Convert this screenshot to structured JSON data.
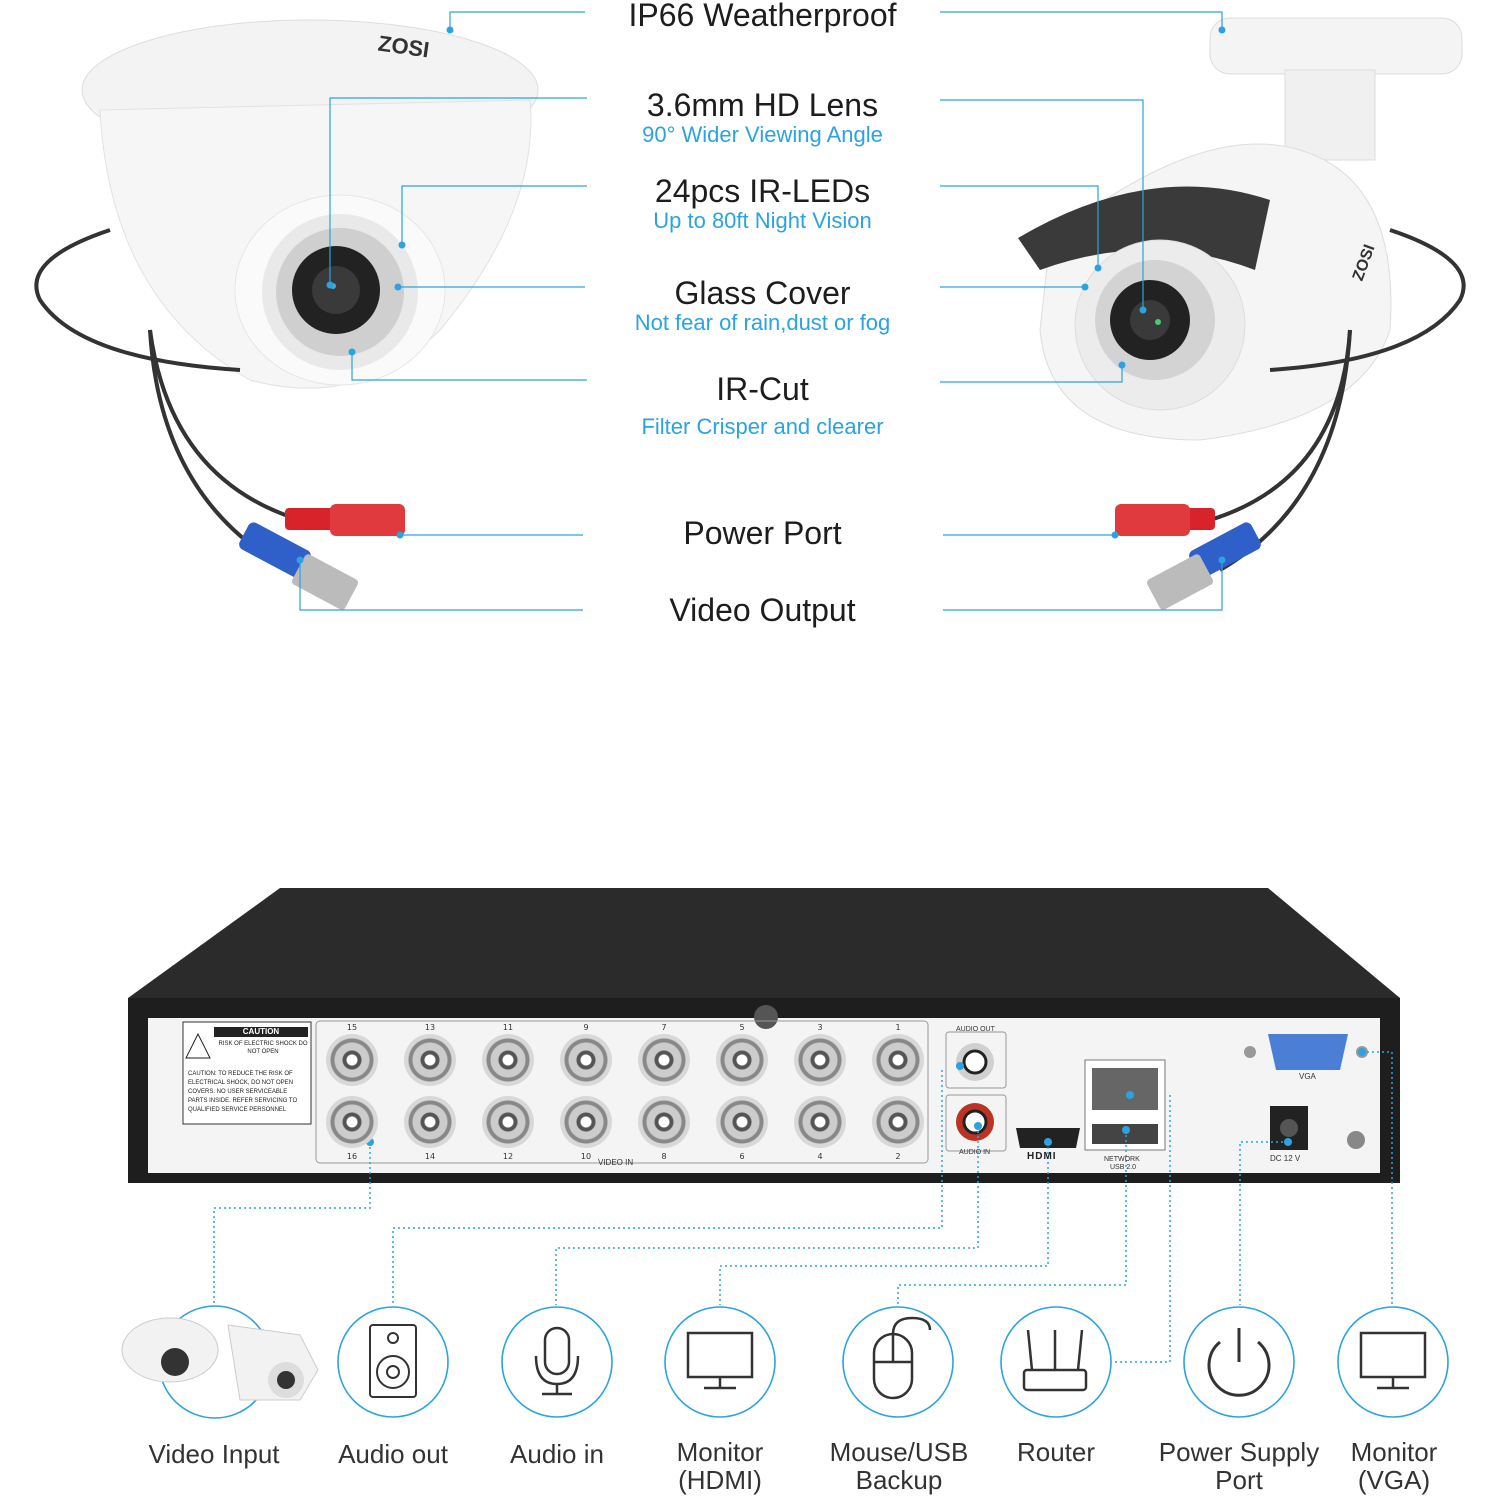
{
  "features": [
    {
      "title": "IP66 Weatherproof",
      "subtitle": ""
    },
    {
      "title": "3.6mm HD Lens",
      "subtitle": "90° Wider Viewing Angle"
    },
    {
      "title": "24pcs IR-LEDs",
      "subtitle": "Up to 80ft Night Vision"
    },
    {
      "title": "Glass Cover",
      "subtitle": "Not fear of rain,dust or fog"
    },
    {
      "title": "IR-Cut",
      "subtitle": "Filter Crisper and clearer"
    },
    {
      "title": "Power Port",
      "subtitle": ""
    },
    {
      "title": "Video Output",
      "subtitle": ""
    }
  ],
  "camera_brand": "ZOSI",
  "dvr": {
    "caution_title": "CAUTION",
    "caution_sub": "RISK OF ELECTRIC SHOCK DO NOT OPEN",
    "caution_text": "CAUTION: TO REDUCE THE RISK OF ELECTRICAL SHOCK, DO NOT OPEN COVERS. NO USER SERVICEABLE PARTS INSIDE. REFER SERVICING TO QUALIFIED SERVICE PERSONNEL",
    "top_numbers": [
      "15",
      "13",
      "11",
      "9",
      "7",
      "5",
      "3",
      "1"
    ],
    "bottom_numbers": [
      "16",
      "14",
      "12",
      "10",
      "8",
      "6",
      "4",
      "2"
    ],
    "video_in": "VIDEO IN",
    "audio_out": "AUDIO OUT",
    "audio_in": "AUDIO IN",
    "hdmi": "HDMI",
    "network": "NETWORK",
    "usb": "USB 2.0",
    "vga": "VGA",
    "dc": "DC 12 V"
  },
  "connections": [
    {
      "label": "Video Input",
      "icon": "cameras-icon"
    },
    {
      "label": "Audio out",
      "icon": "speaker-icon"
    },
    {
      "label": "Audio in",
      "icon": "microphone-icon"
    },
    {
      "label": "Monitor (HDMI)",
      "icon": "monitor-icon"
    },
    {
      "label": "Mouse/USB Backup",
      "icon": "mouse-icon"
    },
    {
      "label": "Router",
      "icon": "router-icon"
    },
    {
      "label": "Power Supply Port",
      "icon": "power-icon"
    },
    {
      "label": "Monitor (VGA)",
      "icon": "monitor-icon"
    }
  ],
  "colors": {
    "accent": "#2aa3e0",
    "dvr_body": "#2b2b2b",
    "panel": "#f4f4f4",
    "power_plug": "#d8232a",
    "video_plug": "#2f5fc8"
  }
}
